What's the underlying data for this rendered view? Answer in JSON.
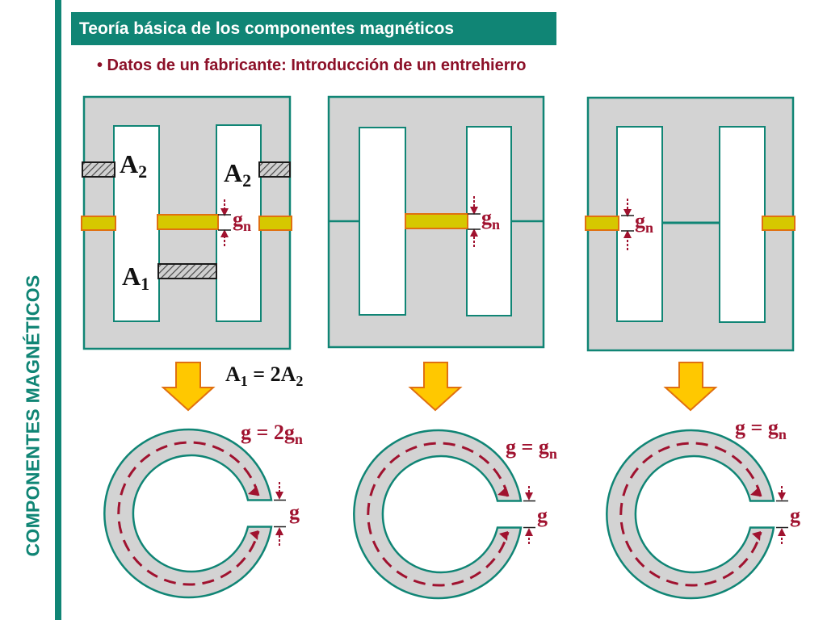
{
  "header": {
    "title": "Teoría básica de los componentes magnéticos"
  },
  "bullet": {
    "text": "• Datos de un fabricante: Introducción de un entrehierro"
  },
  "sidebar": {
    "label": "COMPONENTES MAGNÉTICOS"
  },
  "colors": {
    "accent": "#108575",
    "bullet_text": "#8c1028",
    "core": "#d3d3d3",
    "gap": "#d6c800",
    "gap_border": "#e07010",
    "arrow": "#ffc800",
    "flux": "#a0122f"
  },
  "labels": {
    "a2": "A",
    "a2_sub": "2",
    "a1": "A",
    "a1_sub": "1",
    "gn": "g",
    "gn_sub": "n",
    "g": "g",
    "equality_area": {
      "a": "A",
      "s1": "1",
      "mid": " = 2A",
      "s2": "2"
    },
    "eq_2gn": {
      "main": "g = 2g",
      "sub": "n"
    },
    "eq_gn": {
      "main": "g = g",
      "sub": "n"
    }
  }
}
